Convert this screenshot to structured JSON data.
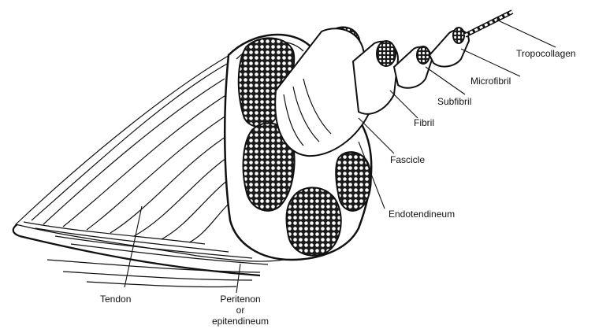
{
  "labels": {
    "tropocollagen": "Tropocollagen",
    "microfibril": "Microfibril",
    "subfibril": "Subfibril",
    "fibril": "Fibril",
    "fascicle": "Fascicle",
    "endotendineum": "Endotendineum",
    "tendon": "Tendon",
    "peritenon_line1": "Peritenon",
    "peritenon_line2": "or",
    "peritenon_line3": "epitendineum"
  },
  "colors": {
    "ink": "#111111",
    "paper": "#ffffff"
  }
}
